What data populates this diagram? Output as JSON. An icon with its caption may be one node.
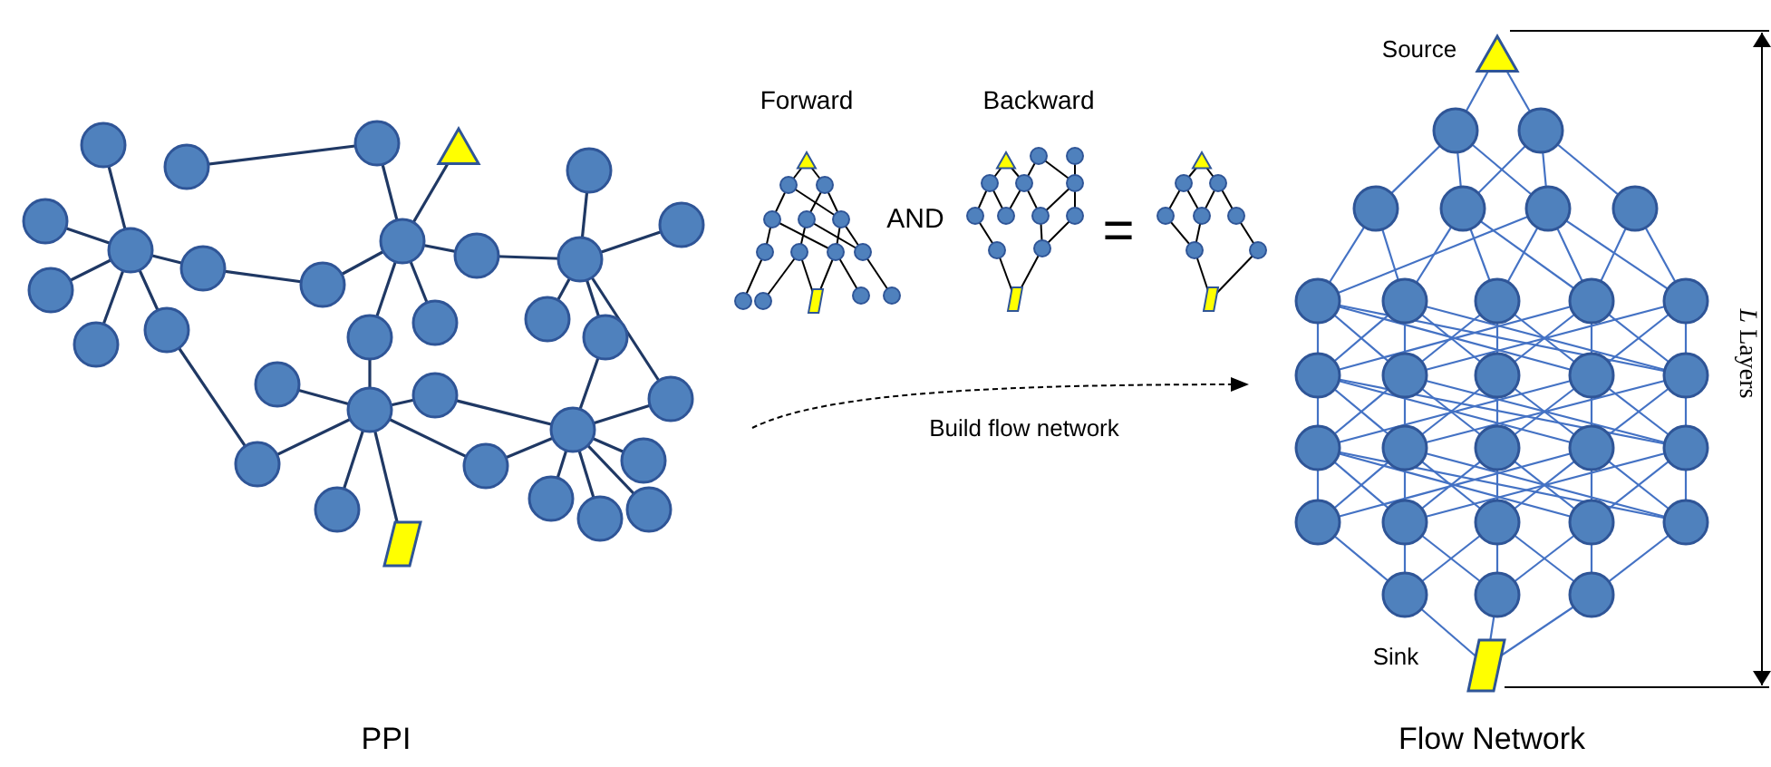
{
  "diagram": {
    "nodes": [
      {
        "text": [
          "PPI"
        ]
      },
      {
        "text": [
          "Flow Network"
        ]
      }
    ],
    "edges": [
      {
        "from": 0,
        "to": 1,
        "arrow": "to",
        "label": "Build flow network",
        "style": "dashed"
      }
    ],
    "labels": [
      "Source",
      "Forward",
      "Backward",
      "AND",
      "=",
      "*L* Layers",
      "Sink"
    ]
  }
}
